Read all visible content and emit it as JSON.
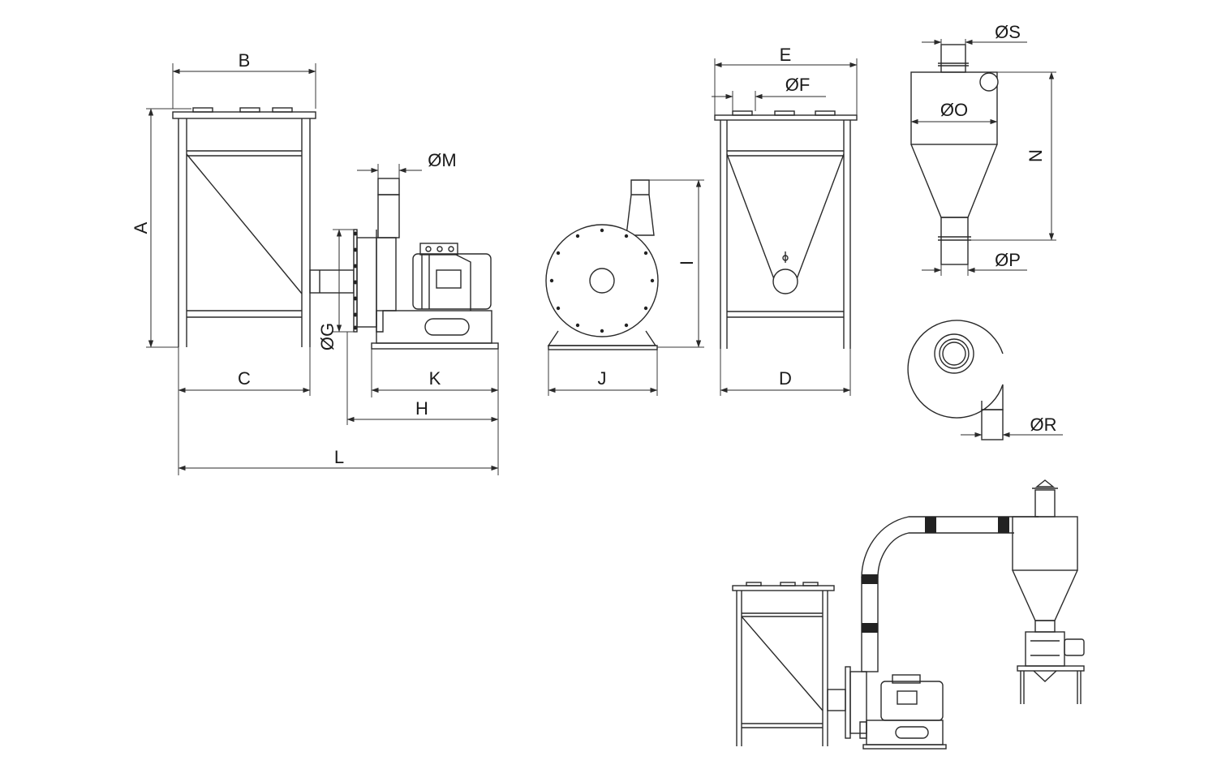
{
  "dimension_labels": {
    "A": "A",
    "B": "B",
    "C": "C",
    "D": "D",
    "E": "E",
    "F": "ØF",
    "G": "ØG",
    "H": "H",
    "I": "I",
    "J": "J",
    "K": "K",
    "L": "L",
    "M": "ØM",
    "N": "N",
    "O": "ØO",
    "P": "ØP",
    "R": "ØR",
    "S": "ØS"
  },
  "colors": {
    "line": "#2a2a2a",
    "background": "#ffffff",
    "band": "#222222"
  }
}
